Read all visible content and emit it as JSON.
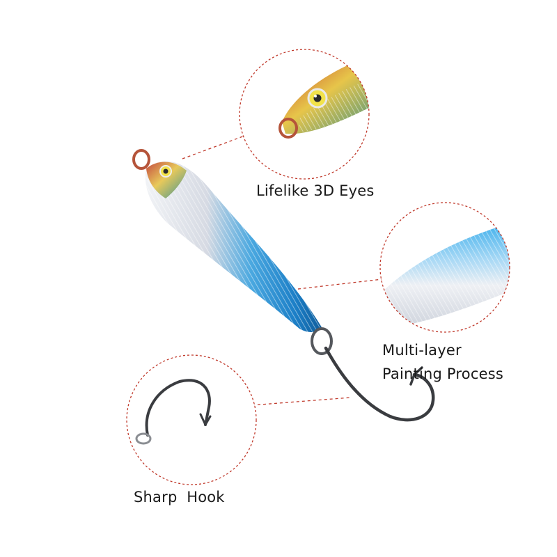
{
  "callouts": {
    "eyes": {
      "label": "Lifelike 3D Eyes"
    },
    "paint": {
      "label_line1": "Multi-layer",
      "label_line2": "Painting Process"
    },
    "hook": {
      "label": "Sharp  Hook"
    }
  },
  "colors": {
    "background": "#ffffff",
    "callout_circle": "#c0392b",
    "label_text": "#1a1a1a",
    "lure_blue": "#1e90d6",
    "lure_silver": "#dfe3ea",
    "eye_yellow": "#f2e24a",
    "eye_ring_copper": "#b5543a",
    "hook_metal": "#3a3c40"
  },
  "icons": [
    "metal-jig-lure",
    "lure-eye",
    "split-ring",
    "assist-hook"
  ]
}
